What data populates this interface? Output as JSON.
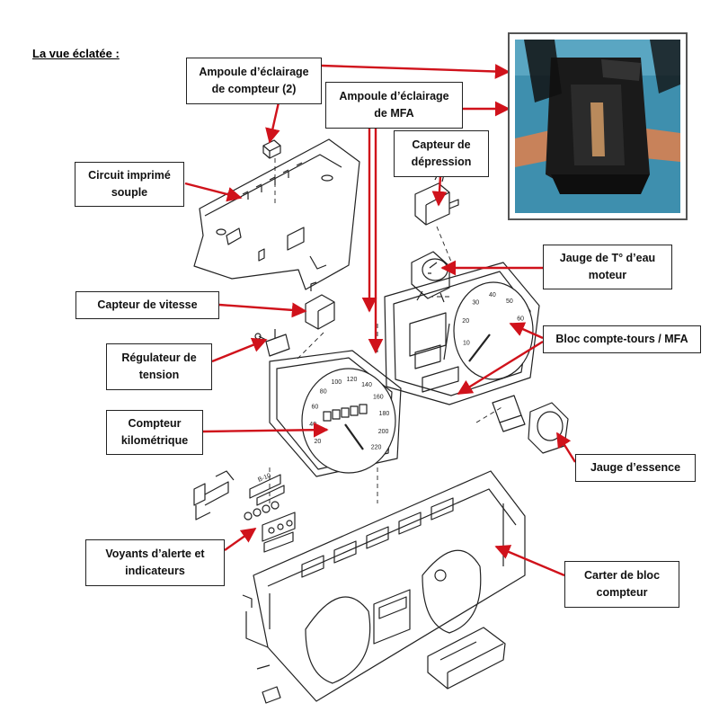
{
  "heading": "La vue éclatée :",
  "labels": {
    "ampoule_compteur": "Ampoule d’éclairage\nde compteur (2)",
    "ampoule_mfa": "Ampoule d’éclairage\nde MFA",
    "circuit": "Circuit imprimé\nsouple",
    "capteur_depression": "Capteur de\ndépression",
    "jauge_eau": "Jauge de T° d’eau\nmoteur",
    "capteur_vitesse": "Capteur de vitesse",
    "bloc_compte_tours": "Bloc compte-tours / MFA",
    "regulateur": "Régulateur de\ntension",
    "compteur_km": "Compteur\nkilométrique",
    "jauge_essence": "Jauge d’essence",
    "voyants": "Voyants d’alerte et\nindicateurs",
    "carter": "Carter de bloc\ncompteur"
  },
  "dial_left_ticks": [
    "20",
    "40",
    "60",
    "80",
    "100",
    "120",
    "140",
    "160",
    "180",
    "200",
    "220"
  ],
  "dial_right_ticks": [
    "10",
    "20",
    "30",
    "40",
    "50",
    "60"
  ],
  "part_marking": "B-10",
  "colors": {
    "callout_arrow": "#d0121b",
    "line_art": "#222222",
    "photo_bg": "#3e8fae"
  }
}
